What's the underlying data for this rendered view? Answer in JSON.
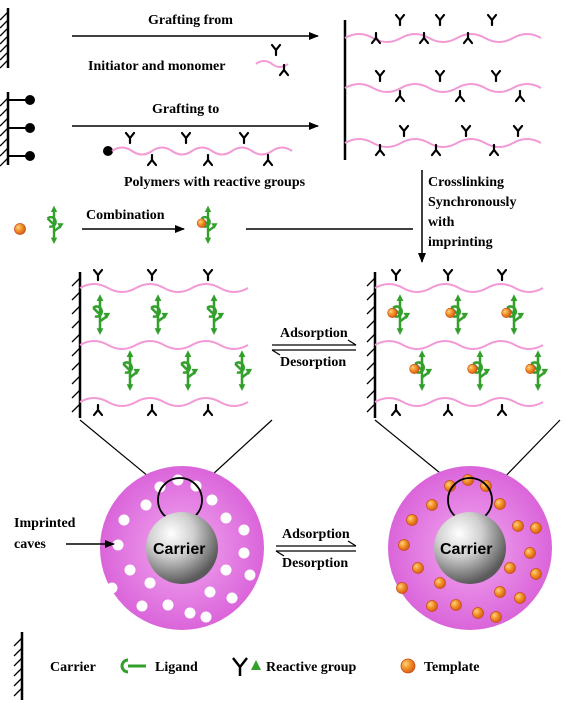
{
  "labels": {
    "grafting_from": "Grafting from",
    "initiator_monomer": "Initiator and monomer",
    "grafting_to": "Grafting to",
    "polymers_reactive": "Polymers with reactive groups",
    "combination": "Combination",
    "crosslinking_1": "Crosslinking",
    "crosslinking_2": "Synchronously",
    "crosslinking_3": "with",
    "crosslinking_4": "imprinting",
    "adsorption_top": "Adsorption",
    "desorption_top": "Desorption",
    "adsorption_bottom": "Adsorption",
    "desorption_bottom": "Desorption",
    "imprinted_1": "Imprinted",
    "imprinted_2": "caves",
    "carrier_left": "Carrier",
    "carrier_right": "Carrier"
  },
  "legend": {
    "carrier": "Carrier",
    "ligand": "Ligand",
    "reactive_group": "Reactive group",
    "template": "Template"
  },
  "colors": {
    "polymer_chain": "#f39ad6",
    "ligand": "#33a02c",
    "template": "#f07a18",
    "sphere_fill": "#e06ee0",
    "cave": "#ffffff"
  }
}
